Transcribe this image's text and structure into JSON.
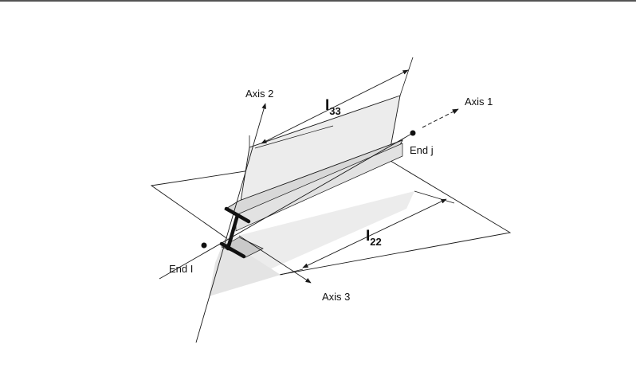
{
  "labels": {
    "axis1": "Axis 1",
    "axis2": "Axis 2",
    "axis3": "Axis 3",
    "end_j": "End j",
    "end_i": "End I",
    "i33_main": "I",
    "i33_sub": "33",
    "i22_main": "I",
    "i22_sub": "22"
  },
  "colors": {
    "line": "#1a1a1a",
    "plane_fill": "#e9e9e9",
    "web_fill": "#dcdcdc",
    "flange_fill": "#cfcfcf"
  }
}
